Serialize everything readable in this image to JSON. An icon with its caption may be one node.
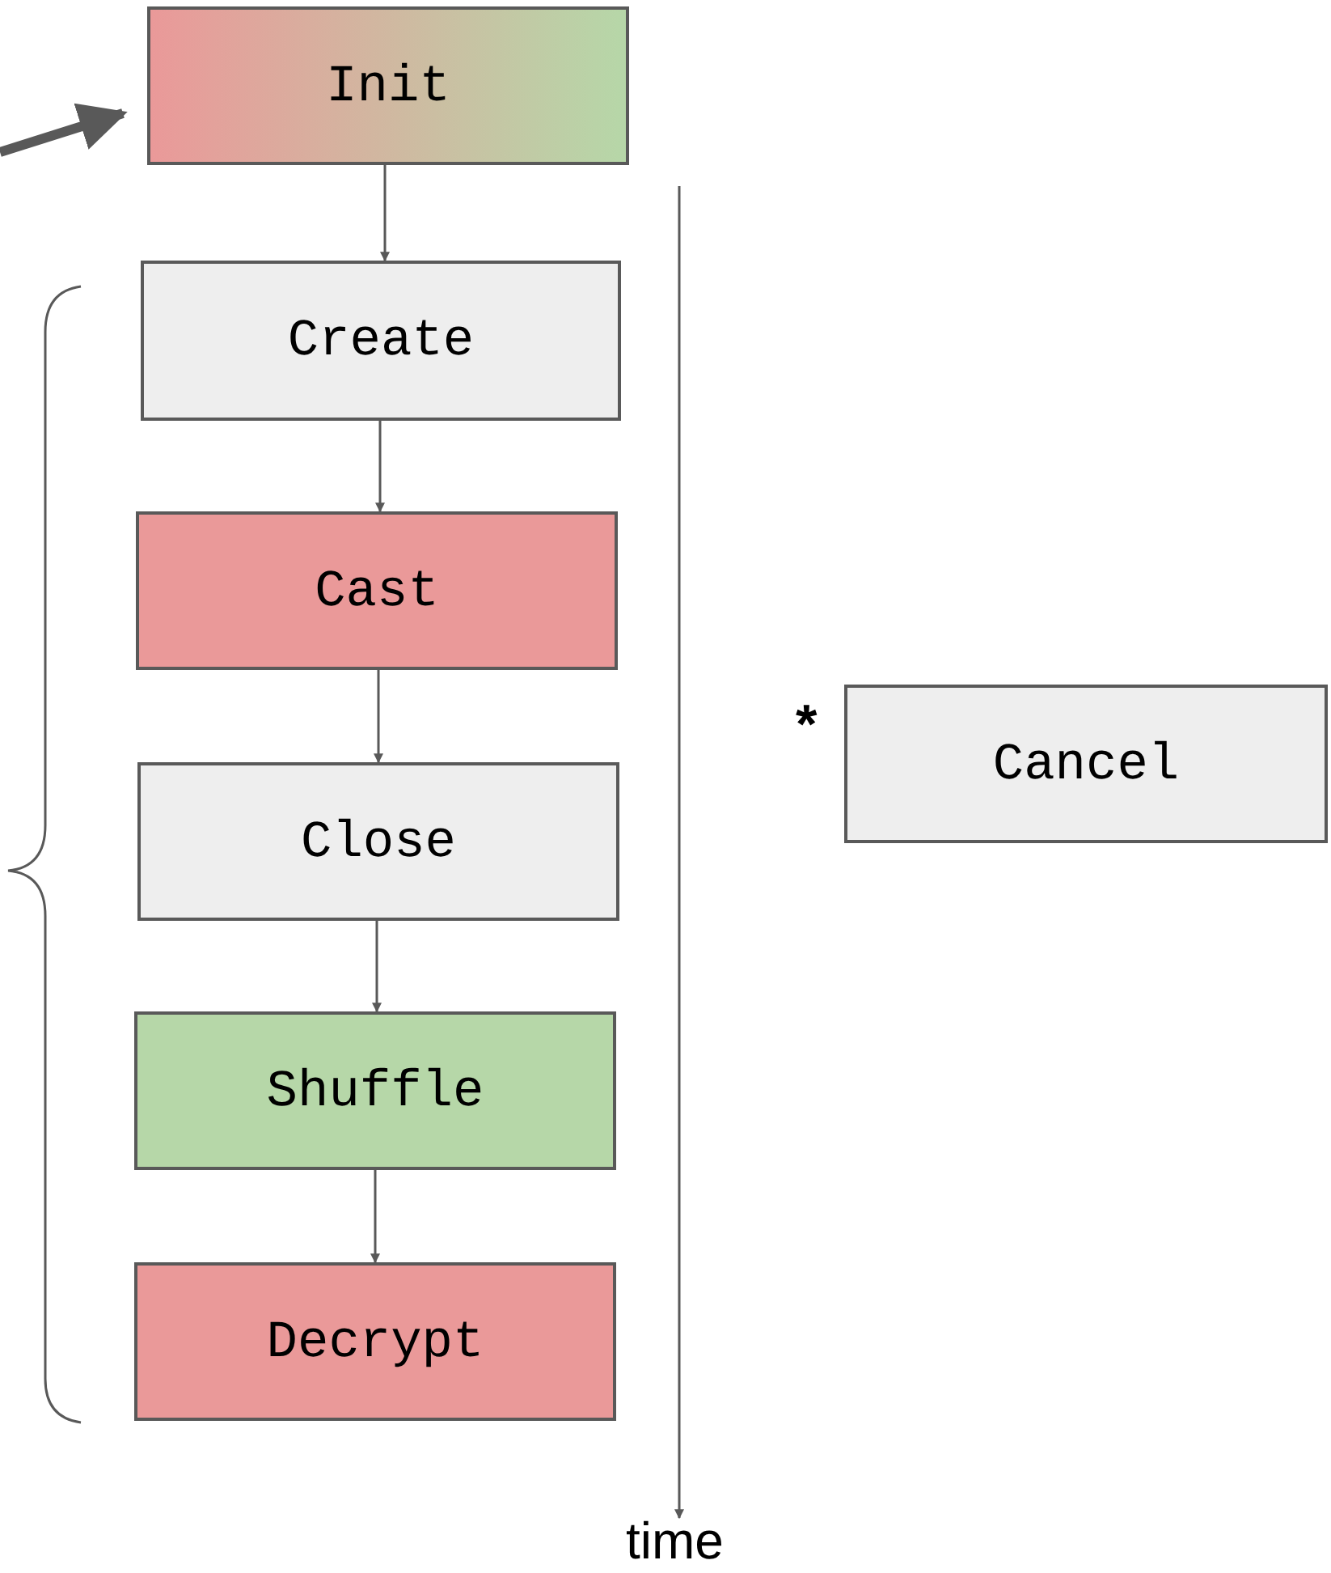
{
  "diagram": {
    "nodes": [
      {
        "text": [
          "Init"
        ]
      },
      {
        "text": [
          "Create"
        ]
      },
      {
        "text": [
          "Cast"
        ]
      },
      {
        "text": [
          "Close"
        ]
      },
      {
        "text": [
          "Shuffle"
        ]
      },
      {
        "text": [
          "Decrypt"
        ]
      },
      {
        "text": [
          "Cancel"
        ],
        "beside": [
          "*"
        ]
      }
    ],
    "edges": [
      {
        "from": null,
        "to": 0,
        "arrow": "to",
        "style": "thick"
      },
      {
        "from": 0,
        "to": 1,
        "arrow": "to"
      },
      {
        "from": 1,
        "to": 2,
        "arrow": "to"
      },
      {
        "from": 2,
        "to": 3,
        "arrow": "to"
      },
      {
        "from": 3,
        "to": 4,
        "arrow": "to"
      },
      {
        "from": 4,
        "to": 5,
        "arrow": "to"
      }
    ],
    "labels": [
      "time"
    ]
  }
}
